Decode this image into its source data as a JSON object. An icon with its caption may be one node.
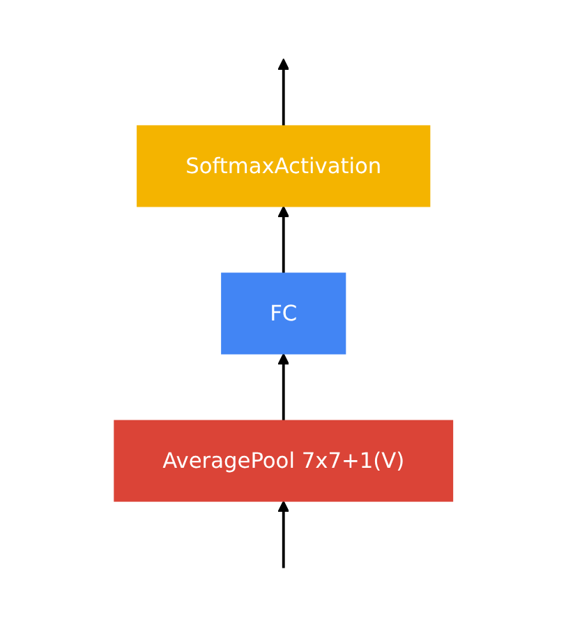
{
  "diagram": {
    "nodes": [
      {
        "text": [
          "SoftmaxActivation"
        ]
      },
      {
        "text": [
          "FC"
        ]
      },
      {
        "text": [
          "AveragePool 7x7+1(V)"
        ]
      }
    ],
    "edges": [
      {
        "from": 0,
        "to": null,
        "arrow": "to"
      },
      {
        "from": 1,
        "to": 0,
        "arrow": "to"
      },
      {
        "from": 2,
        "to": 1,
        "arrow": "to"
      },
      {
        "from": null,
        "to": 2,
        "arrow": "to"
      }
    ]
  }
}
